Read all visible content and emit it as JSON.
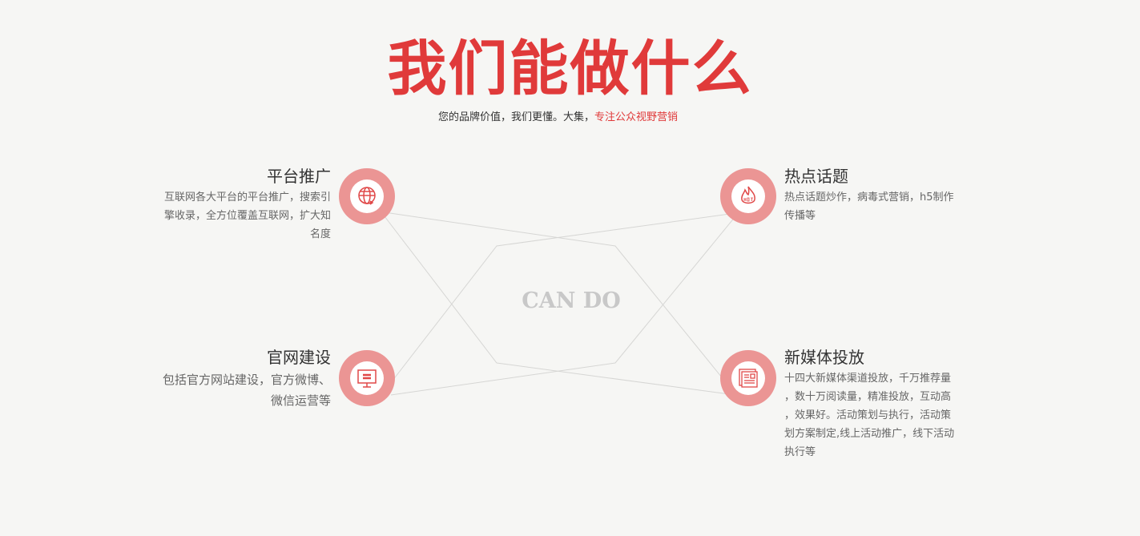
{
  "title": "我们能做什么",
  "subtitle": {
    "normal": "您的品牌价值，我们更懂。大集，",
    "highlight": "专注公众视野营销"
  },
  "center_label": "CAN DO",
  "accent": "#e03a3a",
  "items": [
    {
      "title": "平台推广",
      "lines": [
        "互联网各大平台的平台推广，搜索引",
        "擎收录，全方位覆盖互联网，扩大知",
        "名度"
      ],
      "icon": "globe-icon"
    },
    {
      "title": "热点话题",
      "lines": [
        "热点话题炒作，病毒式营销，h5制作",
        "传播等"
      ],
      "icon": "hot-flame-icon"
    },
    {
      "title": "官网建设",
      "lines": [
        "包括官方网站建设，官方微博、",
        "微信运营等"
      ],
      "icon": "monitor-icon"
    },
    {
      "title": "新媒体投放",
      "lines": [
        "十四大新媒体渠道投放，千万推荐量",
        "，数十万阅读量，精准投放，互动高",
        "，效果好。活动策划与执行，活动策",
        "划方案制定,线上活动推广，线下活动",
        "执行等"
      ],
      "icon": "newspaper-icon"
    }
  ]
}
